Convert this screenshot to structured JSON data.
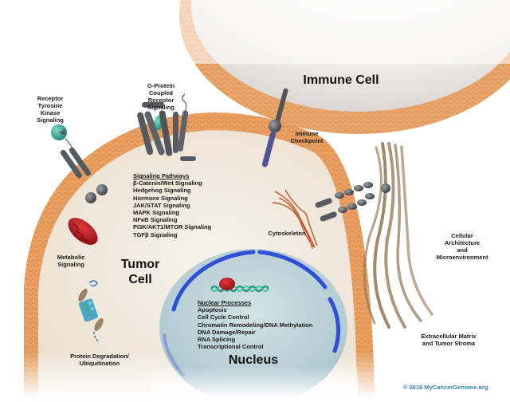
{
  "diagram": {
    "title_labels": {
      "immune_cell": "Immune Cell",
      "tumor_cell": "Tumor\nCell",
      "nucleus": "Nucleus"
    },
    "labels": {
      "rtk": "Receptor\nTyrosine\nKinase\nSignaling",
      "gpcr": "G-Protein\nCoupled\nReceptor\nSignaling",
      "immune_checkpoint": "Immune\nCheckpoint",
      "cytoskeleton": "Cytoskeleton",
      "metabolic": "Metabolic\nSignaling",
      "protein_degradation": "Protein Degradation/\nUbiquitination",
      "cellular_architecture": "Cellular\nArchitecture\nand\nMicroenvironment",
      "ecm": "Extracellular Matrix\nand Tumor Stroma"
    },
    "signaling_pathways": {
      "header": "Signaling Pathways",
      "items": [
        "β-Catenin/Wnt Signaling",
        "Hedgehog Signaling",
        "Hormone Signaling",
        "JAK/STAT Signaling",
        "MAPK Signaling",
        "NFκB Signaling",
        "PI3K/AKT1/MTOR Signaling",
        "TGFβ Signaling"
      ]
    },
    "nuclear_processes": {
      "header": "Nuclear Processes",
      "items": [
        "Apoptosis",
        "Cell Cycle Control",
        "Chromatin Remodeling/DNA Methylation",
        "DNA Damage/Repair",
        "RNA Splicing",
        "Transcriptional Control"
      ]
    },
    "copyright": "© 2016 MyCancerGenome.org",
    "colors": {
      "membrane": "#e9a062",
      "membrane_dark": "#c97a3c",
      "cytoplasm": "#f2ebe0",
      "nucleus_fill": "#bcd3d8",
      "nuclear_envelope": "#2e4fd6",
      "receptor_gray": "#555a60",
      "teal": "#2aa393",
      "mitochondrion": "#b01e22",
      "cytoskeleton": "#c8532a",
      "ecm_fiber": "#8f7550",
      "checkpoint_blue": "#4d5694",
      "copyright_blue": "#3a7fb0"
    }
  }
}
